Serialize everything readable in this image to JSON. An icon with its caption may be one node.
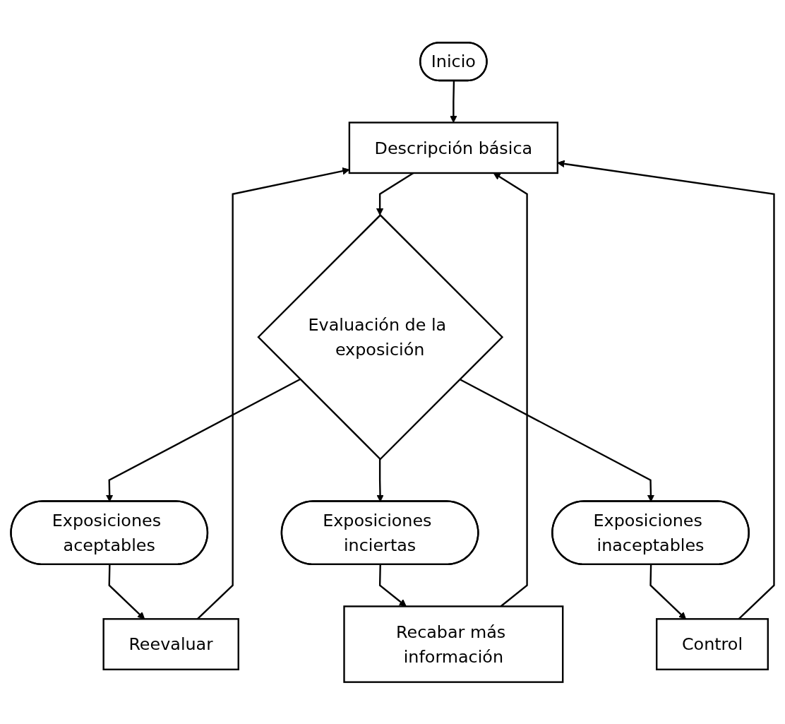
{
  "diagram": {
    "nodes": [
      {
        "text": [
          "Inicio"
        ]
      },
      {
        "text": [
          "Descripción básica"
        ]
      },
      {
        "text": [
          "Evaluación de la exposición"
        ]
      },
      {
        "text": [
          "Exposiciones aceptables"
        ]
      },
      {
        "text": [
          "Exposiciones inciertas"
        ]
      },
      {
        "text": [
          "Exposiciones inaceptables"
        ]
      },
      {
        "text": [
          "Control"
        ]
      },
      {
        "text": [
          "Recabar más información"
        ]
      },
      {
        "text": [
          "Reevaluar"
        ]
      }
    ],
    "edges": [
      {
        "from": 0,
        "to": 1,
        "arrow": "to"
      },
      {
        "from": 1,
        "to": 2,
        "arrow": "to"
      },
      {
        "from": 2,
        "to": 3,
        "arrow": "to"
      },
      {
        "from": 2,
        "to": 4,
        "arrow": "to"
      },
      {
        "from": 2,
        "to": 5,
        "arrow": "to"
      },
      {
        "from": 5,
        "to": 6,
        "arrow": "to"
      },
      {
        "from": 4,
        "to": 7,
        "arrow": "to"
      },
      {
        "from": 3,
        "to": 8,
        "arrow": "to"
      },
      {
        "from": 6,
        "to": 1,
        "arrow": "to"
      },
      {
        "from": 7,
        "to": 1,
        "arrow": "to"
      },
      {
        "from": 8,
        "to": 1,
        "arrow": "to"
      }
    ]
  }
}
